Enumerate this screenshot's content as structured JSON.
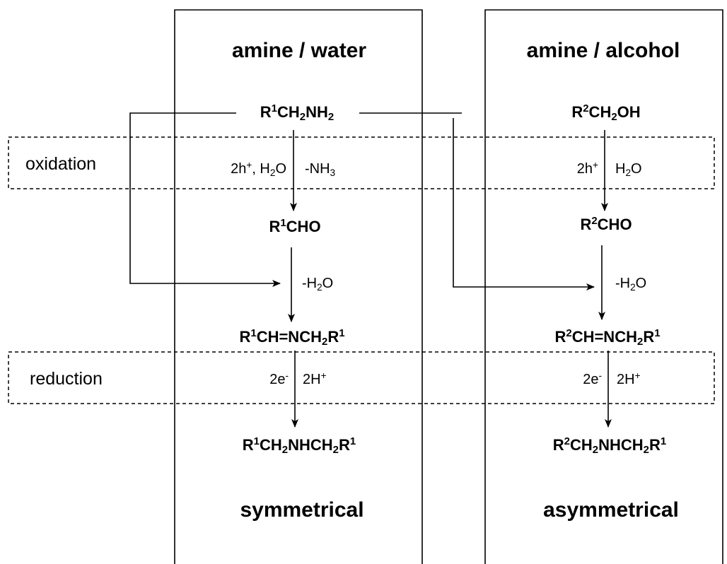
{
  "columns": {
    "left": {
      "header": "amine / water",
      "footer": "symmetrical",
      "start": [
        "R",
        "1",
        "CH",
        "2",
        "NH",
        "2"
      ],
      "cond_ox_left": [
        "2h",
        "+",
        ", H",
        "2",
        "O"
      ],
      "cond_ox_right": [
        "-NH",
        "3"
      ],
      "aldehyde": [
        "R",
        "1",
        "CHO"
      ],
      "cond_condense": [
        "-H",
        "2",
        "O"
      ],
      "imine": [
        "R",
        "1",
        "CH=NCH",
        "2",
        "R",
        "1"
      ],
      "cond_red_left": [
        "2e",
        "-"
      ],
      "cond_red_right": [
        "2H",
        "+"
      ],
      "product": [
        "R",
        "1",
        "CH",
        "2",
        "NHCH",
        "2",
        "R",
        "1"
      ]
    },
    "right": {
      "header": "amine / alcohol",
      "footer": "asymmetrical",
      "start": [
        "R",
        "2",
        "CH",
        "2",
        "OH"
      ],
      "cond_ox_left": [
        "2h",
        "+"
      ],
      "cond_ox_right": [
        "H",
        "2",
        "O"
      ],
      "aldehyde": [
        "R",
        "2",
        "CHO"
      ],
      "cond_condense": [
        "-H",
        "2",
        "O"
      ],
      "imine": [
        "R",
        "2",
        "CH=NCH",
        "2",
        "R",
        "1"
      ],
      "cond_red_left": [
        "2e",
        "-"
      ],
      "cond_red_right": [
        "2H",
        "+"
      ],
      "product": [
        "R",
        "2",
        "CH",
        "2",
        "NHCH",
        "2",
        "R",
        "1"
      ]
    }
  },
  "zones": {
    "oxidation": "oxidation",
    "reduction": "reduction"
  }
}
